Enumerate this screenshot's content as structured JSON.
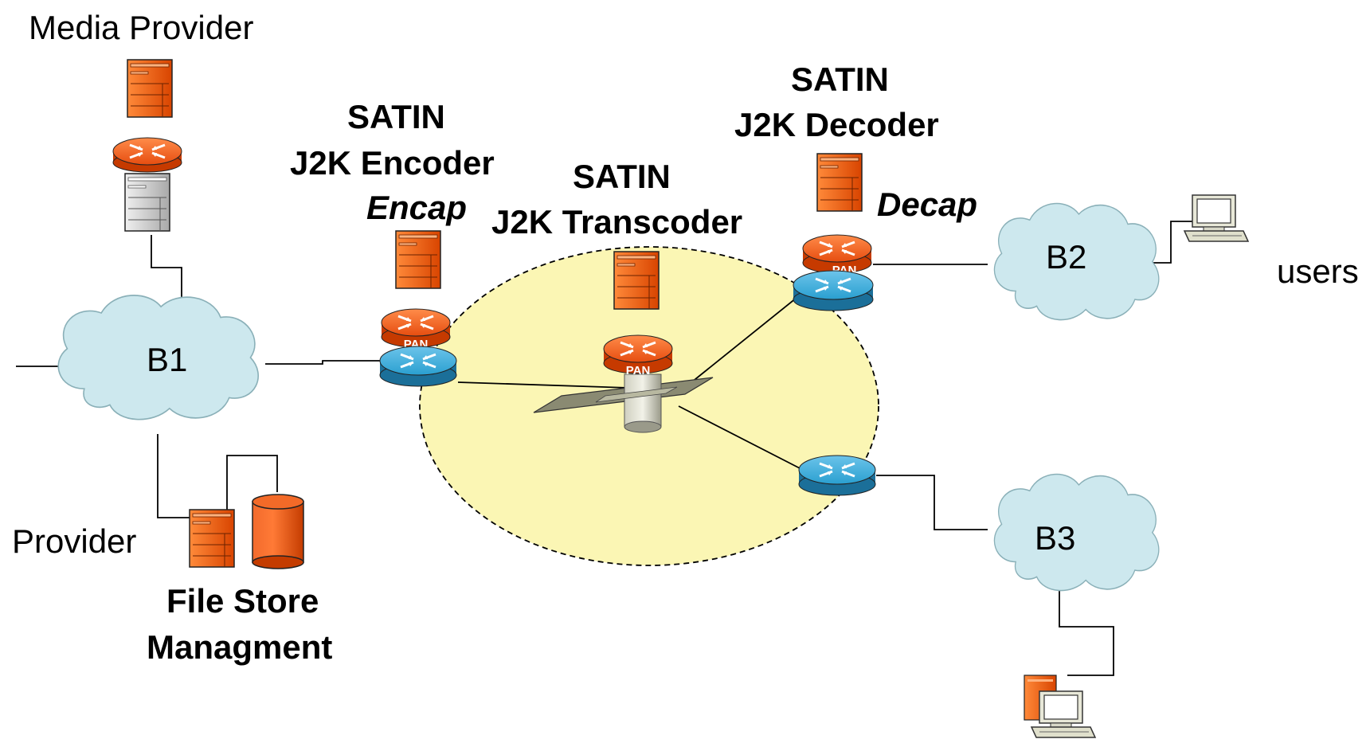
{
  "labels": {
    "media_provider": "Media Provider",
    "encoder_title": "SATIN",
    "encoder_sub": "J2K Encoder",
    "encoder_mode": "Encap",
    "transcoder_title": "SATIN",
    "transcoder_sub": "J2K Transcoder",
    "decoder_title": "SATIN",
    "decoder_sub": "J2K Decoder",
    "decoder_mode": "Decap",
    "users": "users",
    "provider": "Provider",
    "file_store_1": "File Store",
    "file_store_2": "Managment",
    "pan": "PAN"
  },
  "clouds": {
    "b1": "B1",
    "b2": "B2",
    "b3": "B3"
  },
  "colors": {
    "orange": "#f05a14",
    "router_blue": "#1f8fc0",
    "cloud": "#cde8ee",
    "ring_fill": "#fbf6b4",
    "server_gray": "#d2d2d2"
  }
}
